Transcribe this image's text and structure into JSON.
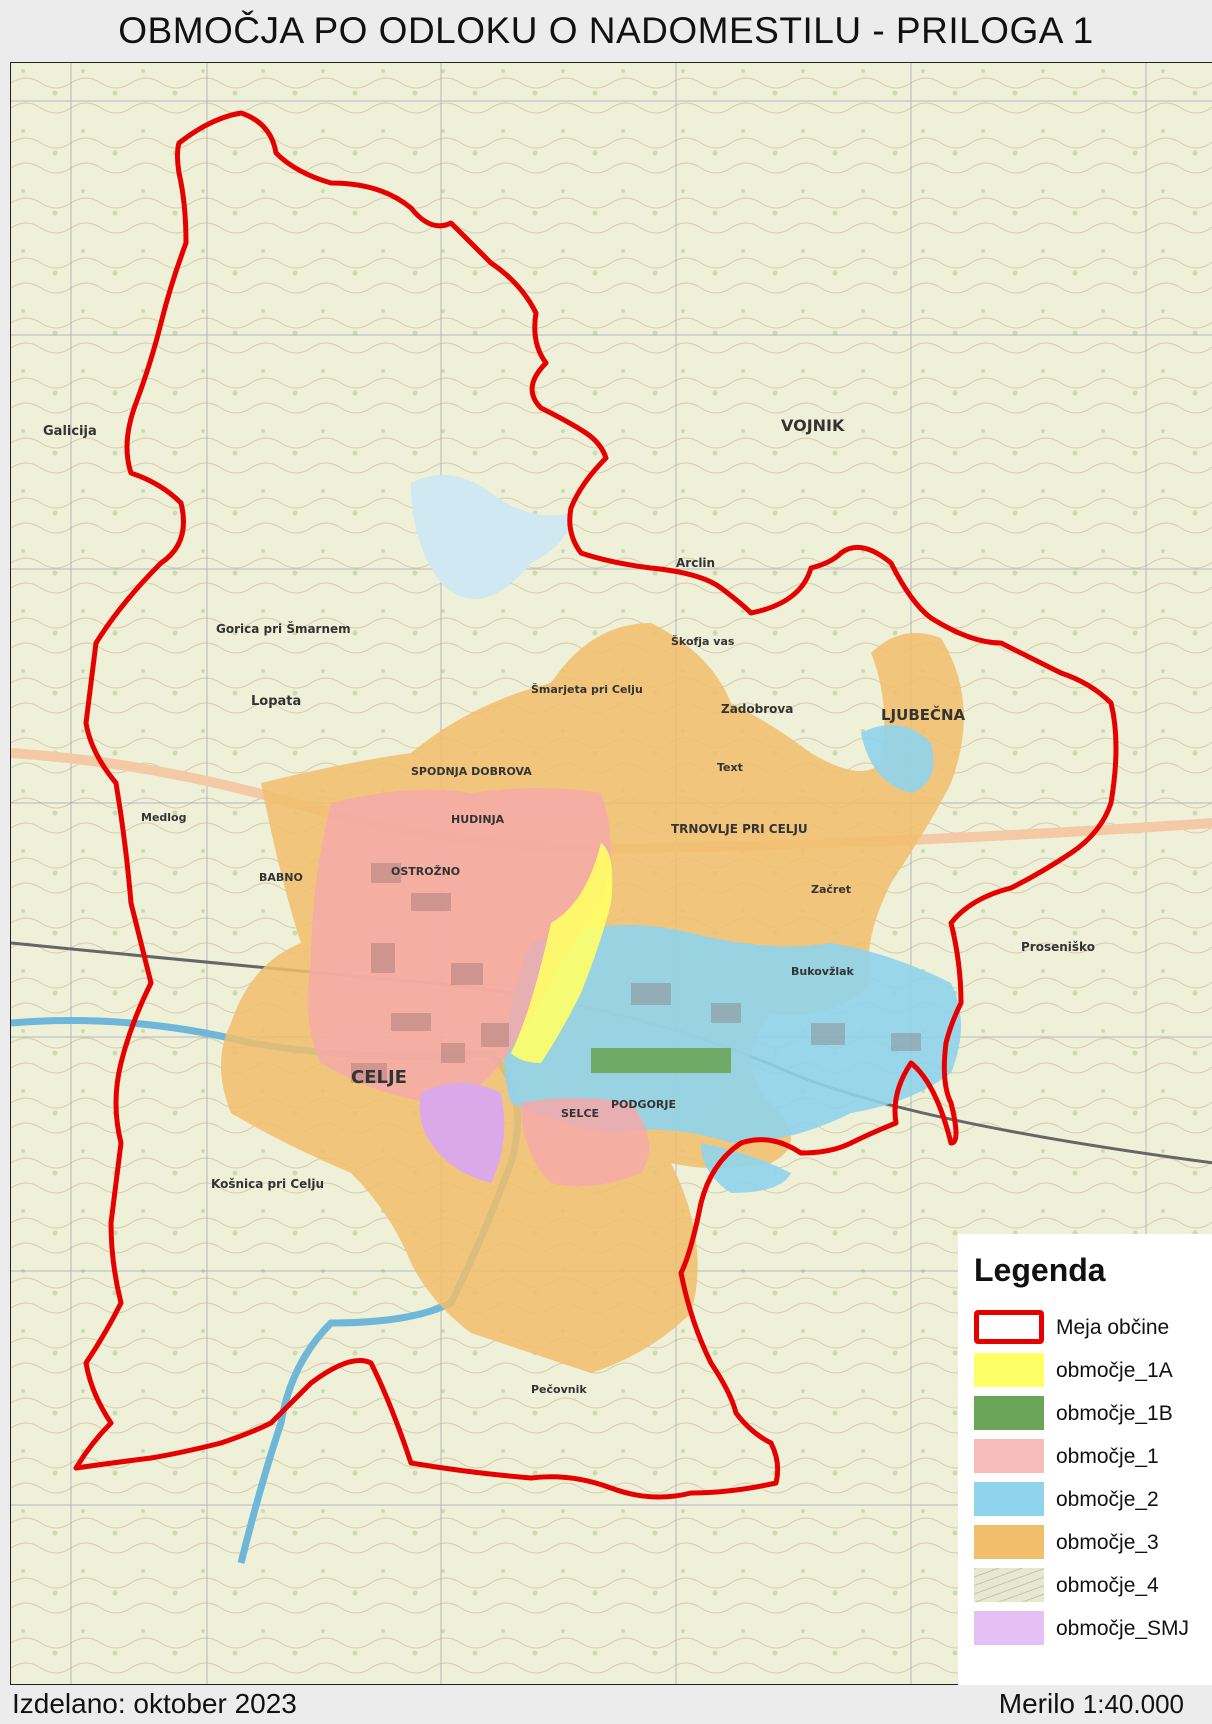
{
  "title": "OBMOČJA PO ODLOKU O NADOMESTILU - PRILOGA 1",
  "legend": {
    "title": "Legenda",
    "items": [
      {
        "label": "Meja občine",
        "color": "#e60000",
        "kind": "boundary"
      },
      {
        "label": "območje_1A",
        "color": "#ffff66",
        "kind": "fill"
      },
      {
        "label": "območje_1B",
        "color": "#6aa55a",
        "kind": "fill"
      },
      {
        "label": "območje_1",
        "color": "#f7bcbc",
        "kind": "fill"
      },
      {
        "label": "območje_2",
        "color": "#8fd3ec",
        "kind": "fill"
      },
      {
        "label": "območje_3",
        "color": "#f1be6c",
        "kind": "fill"
      },
      {
        "label": "območje_4",
        "color": "#e6e9cf",
        "kind": "topo"
      },
      {
        "label": "območje_SMJ",
        "color": "#e5c0f4",
        "kind": "fill"
      }
    ]
  },
  "footer": {
    "date": "Izdelano: oktober 2023",
    "scale_label": "Merilo",
    "scale_value": "1:40.000"
  },
  "map": {
    "places": {
      "celje": "CELJE",
      "vojnik": "VOJNIK",
      "ljubecna": "LJUBEČNA",
      "trnovlje": "TRNOVLJE PRI CELJU",
      "smarjeta": "Šmarjeta pri Celju",
      "galicija": "Galicija",
      "lopata": "Lopata",
      "gorica": "Gorica pri Šmarnem",
      "kosnica": "Košnica pri Celju",
      "zadobrova": "Zadobrova",
      "skofja_vas": "Škofja vas",
      "arclin": "Arclin",
      "pecovnik": "Pečovnik",
      "prosenisko": "Proseniško",
      "bukovzlak": "Bukovžlak",
      "medlog": "Medlog",
      "babno": "BABNO",
      "ostrozno": "OSTROŽNO",
      "hudinja": "HUDINJA",
      "podgorje": "PODGORJE",
      "selce": "SELCE",
      "dobrova": "SPODNJA DOBROVA",
      "zacret": "Začret",
      "text_marker": "Text"
    }
  }
}
